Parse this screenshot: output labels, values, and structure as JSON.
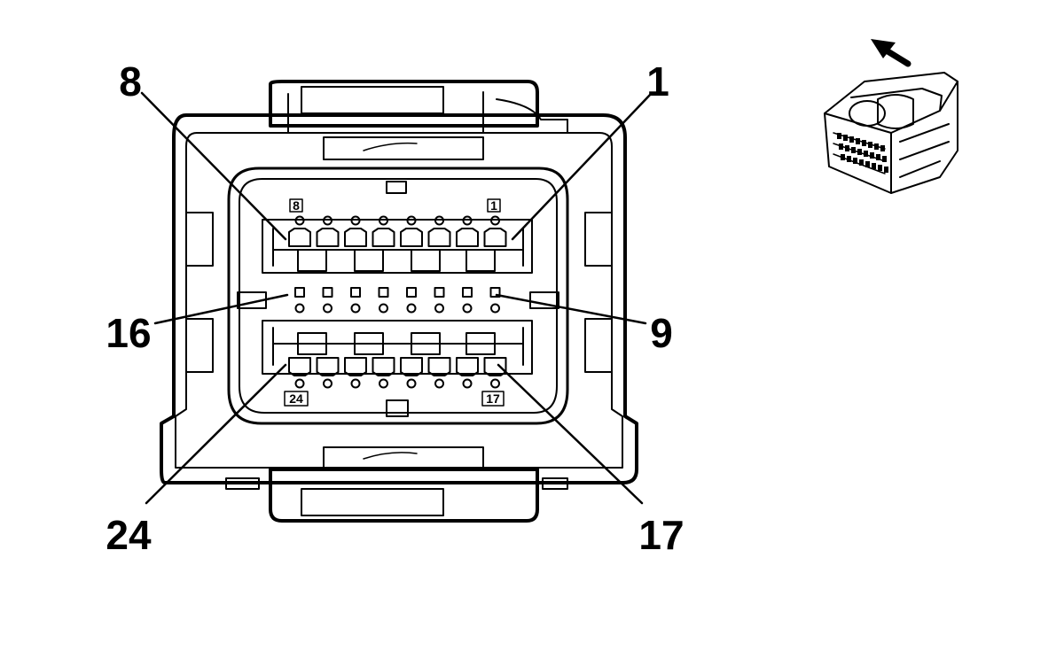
{
  "callouts": {
    "pin8": "8",
    "pin1": "1",
    "pin16": "16",
    "pin9": "9",
    "pin24": "24",
    "pin17": "17"
  },
  "face_labels": {
    "tag8": "8",
    "tag1": "1",
    "tag24": "24",
    "tag17": "17"
  },
  "orientation_icon": "arrow-icon"
}
